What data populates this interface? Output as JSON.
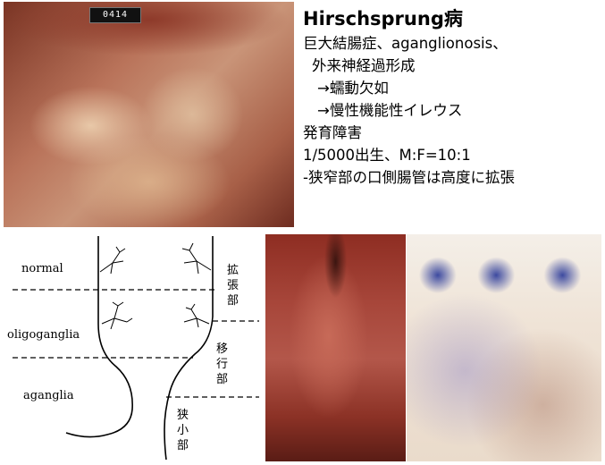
{
  "photos": {
    "top_specimen_tag": "0414"
  },
  "text_block": {
    "title": "Hirschsprung病",
    "lines": [
      "巨大結腸症、aganglionosis、",
      "外来神経過形成",
      "→蠕動欠如",
      "→慢性機能性イレウス",
      "発育障害",
      "1/5000出生、M:F=10:1",
      "-狭窄部の口側腸管は高度に拡張"
    ]
  },
  "diagram": {
    "zone_labels": [
      "normal",
      "oligoganglia",
      "aganglia"
    ],
    "segment_labels": [
      [
        "拡",
        "張",
        "部"
      ],
      [
        "移",
        "行",
        "部"
      ],
      [
        "狭",
        "小",
        "部"
      ]
    ]
  }
}
